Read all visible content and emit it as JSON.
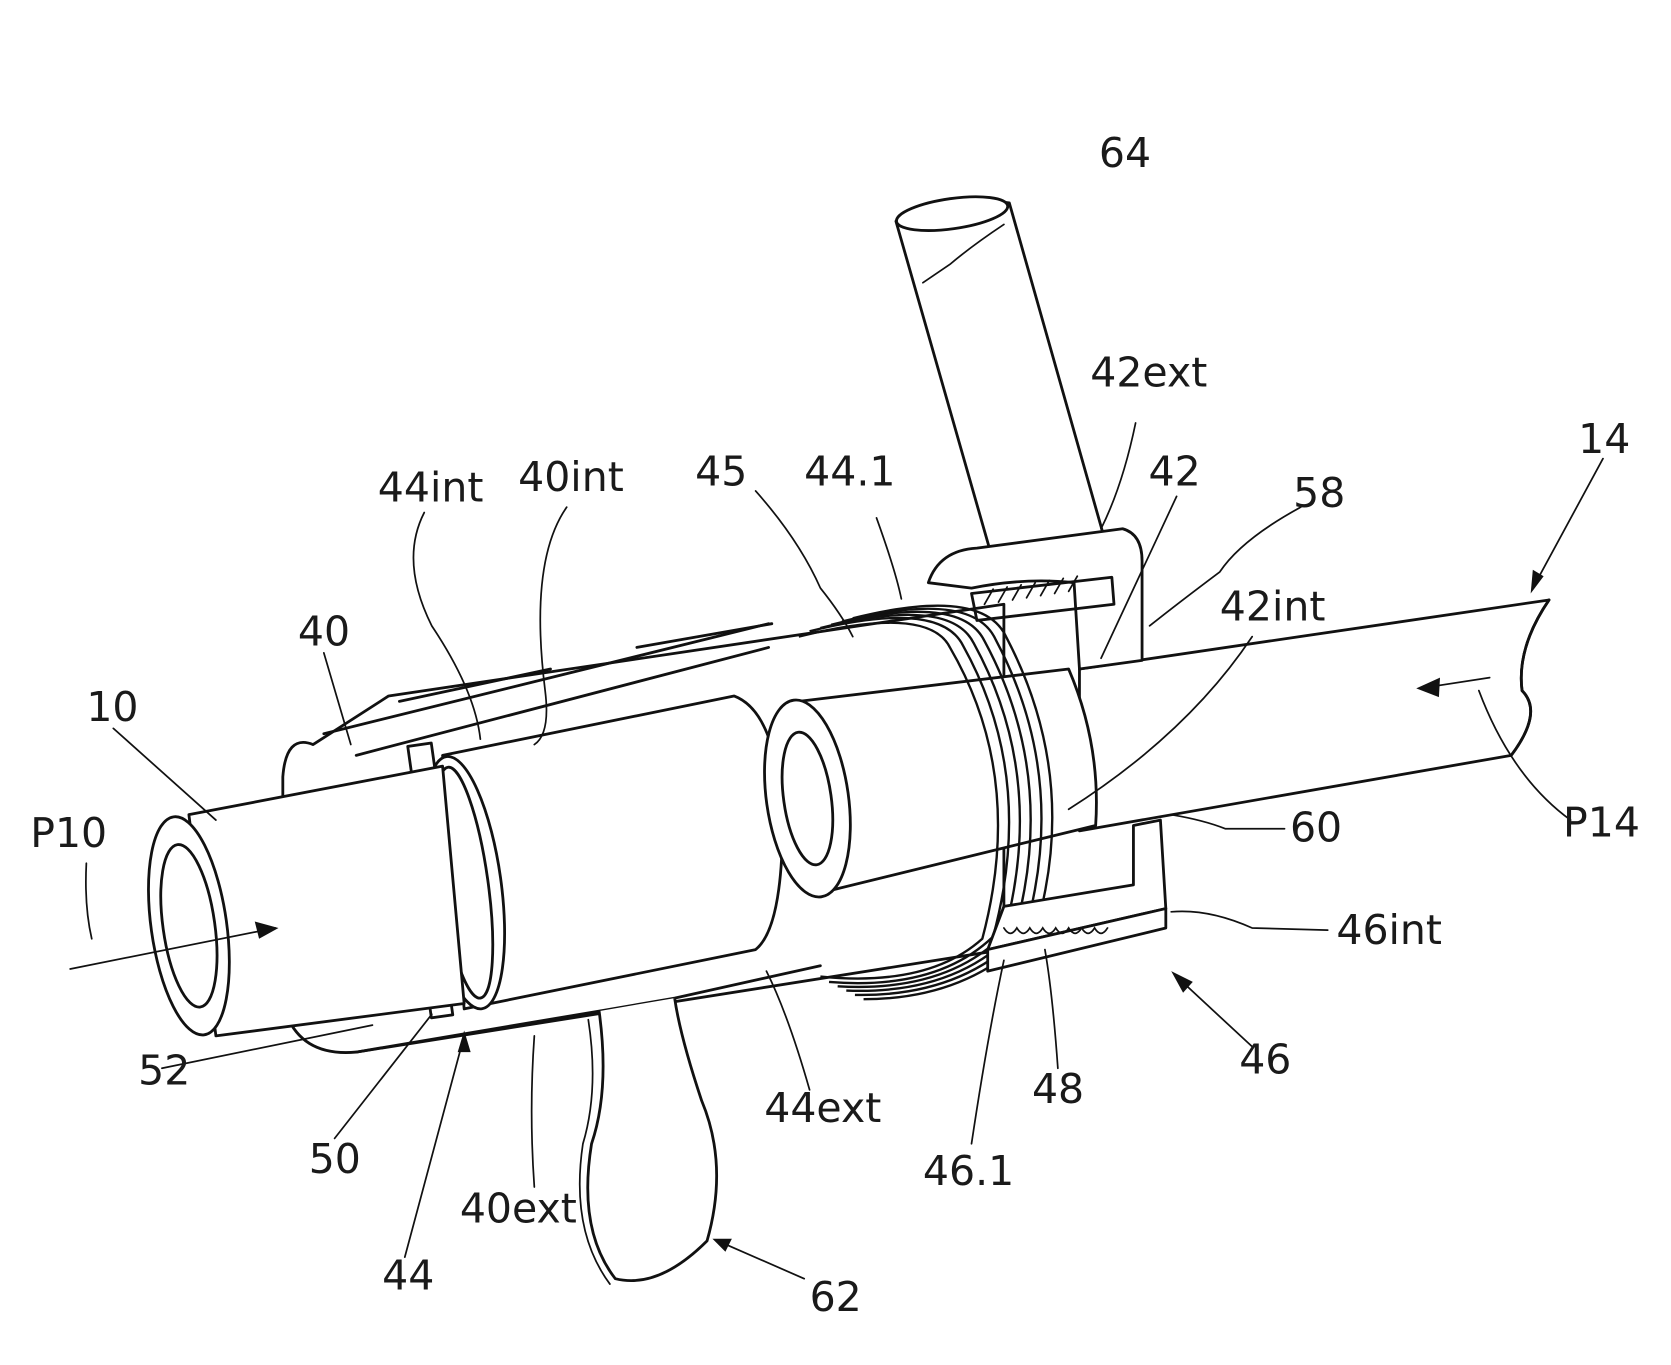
{
  "figure": {
    "type": "patent line drawing",
    "subject": "pipe coupling assembly (perspective cutaway)",
    "colors": {
      "ink": "#111111",
      "background": "#ffffff"
    }
  },
  "labels": {
    "l64": "64",
    "l42ext": "42ext",
    "l14": "14",
    "l44int": "44int",
    "l40int": "40int",
    "l45": "45",
    "l44_1": "44.1",
    "l42": "42",
    "l58": "58",
    "l42int": "42int",
    "l40": "40",
    "l10": "10",
    "lP10": "P10",
    "l60": "60",
    "lP14": "P14",
    "l46int": "46int",
    "l52": "52",
    "l46": "46",
    "l48": "48",
    "l44ext": "44ext",
    "l50": "50",
    "l46_1": "46.1",
    "l40ext": "40ext",
    "l44": "44",
    "l62": "62"
  }
}
